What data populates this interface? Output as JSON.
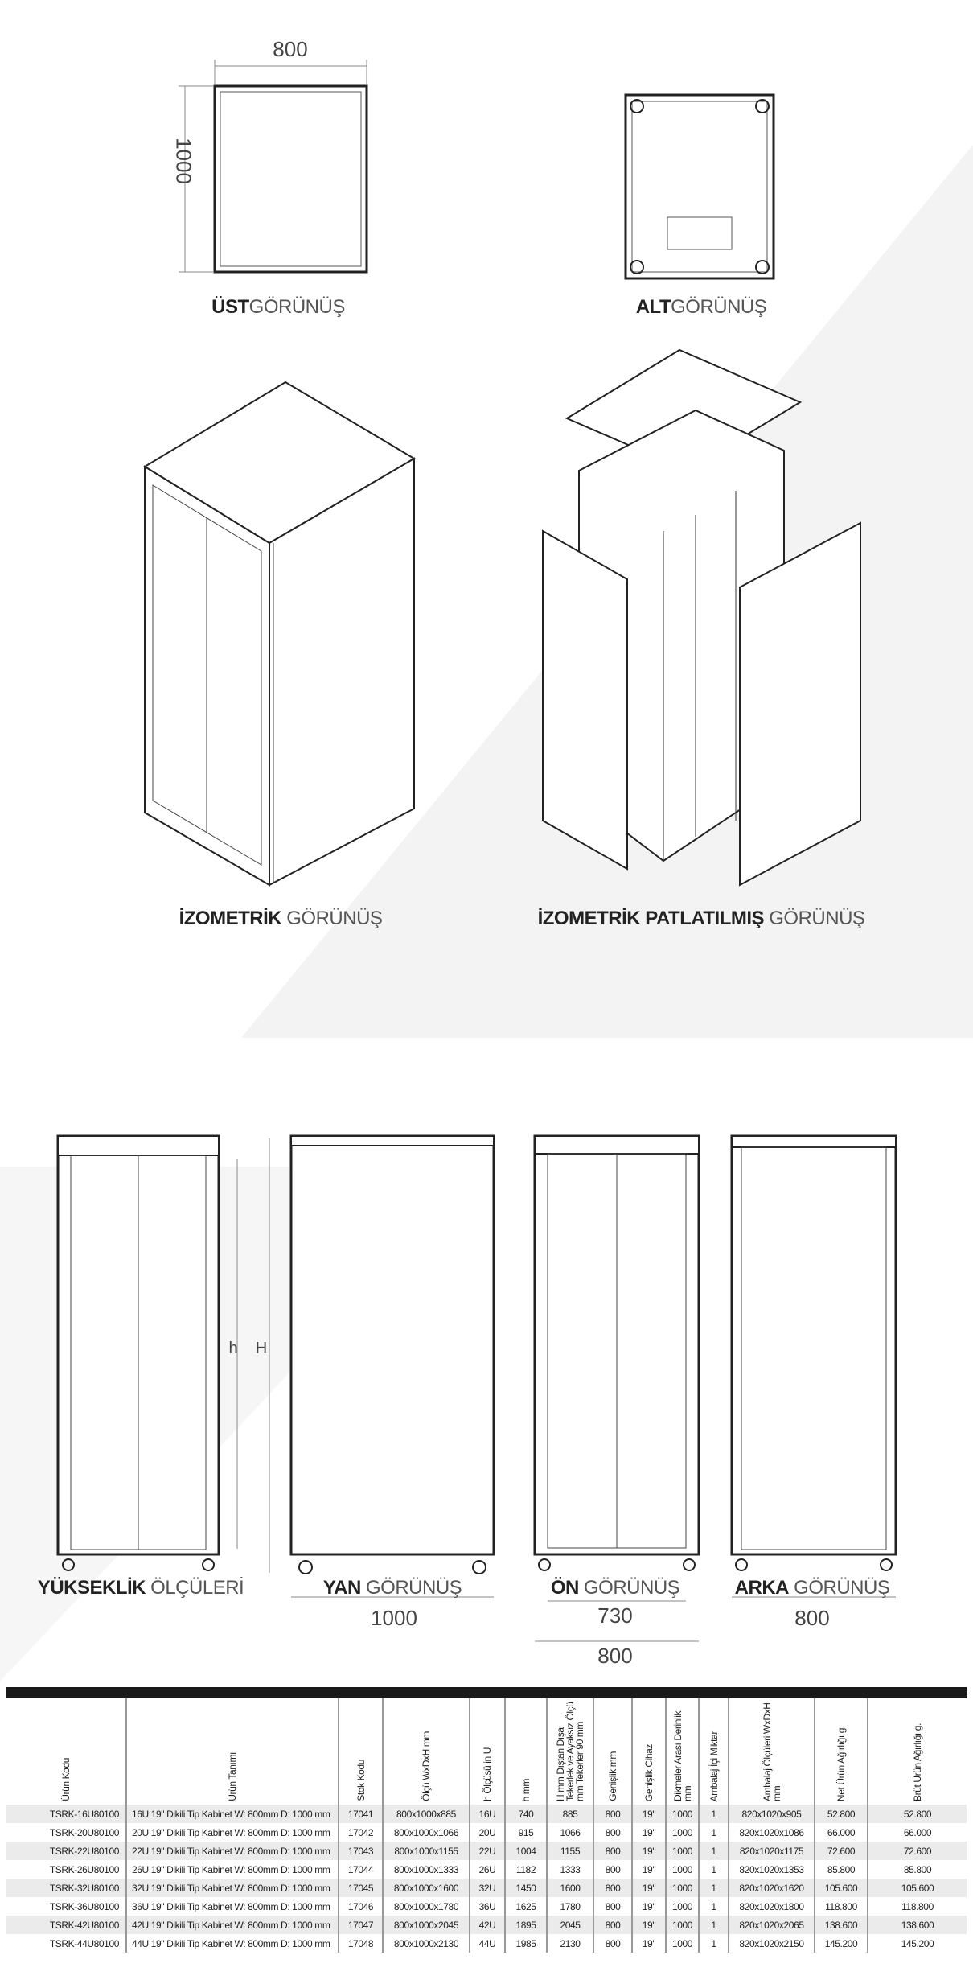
{
  "views": {
    "top": {
      "bold": "ÜST",
      "light": "GÖRÜNÜŞ",
      "width_dim": "800",
      "depth_dim": "1000"
    },
    "bottom": {
      "bold": "ALT",
      "light": "GÖRÜNÜŞ"
    },
    "iso": {
      "bold": "İZOMETRİK",
      "light": " GÖRÜNÜŞ"
    },
    "exploded": {
      "bold": "İZOMETRİK PATLATILMIŞ",
      "light": " GÖRÜNÜŞ"
    },
    "height": {
      "bold": "YÜKSEKLİK",
      "light": " ÖLÇÜLERİ",
      "h": "h",
      "H": "H"
    },
    "side": {
      "bold": "YAN",
      "light": " GÖRÜNÜŞ",
      "dim": "1000"
    },
    "front": {
      "bold": "ÖN",
      "light": " GÖRÜNÜŞ",
      "dim_inner": "730",
      "dim_outer": "800"
    },
    "back": {
      "bold": "ARKA",
      "light": " GÖRÜNÜŞ",
      "dim": "800"
    }
  },
  "table": {
    "headers": [
      "Ürün Kodu",
      "Ürün Tanımı",
      "Stok Kodu",
      "Ölçü WxDxH mm",
      "h Ölçüsü in U",
      "h mm",
      "H mm Dıştan Dışa Tekerlek ve Ayaksız Ölçü mm Tekerler 90 mm",
      "Genişlik mm",
      "Genişlik Cihaz",
      "Dikmeler Arası Derinlik mm",
      "Ambalaj İçi Miktar",
      "Ambalaj Ölçüleri WxDxH mm",
      "Net Ürün Ağırlığı g.",
      "Brüt Ürün Ağırlığı g."
    ],
    "rows": [
      [
        "TSRK-16U80100",
        "16U 19\" Dikili Tip Kabinet W: 800mm D: 1000 mm",
        "17041",
        "800x1000x885",
        "16U",
        "740",
        "885",
        "800",
        "19\"",
        "1000",
        "1",
        "820x1020x905",
        "52.800",
        "52.800"
      ],
      [
        "TSRK-20U80100",
        "20U 19\" Dikili Tip Kabinet W: 800mm D: 1000 mm",
        "17042",
        "800x1000x1066",
        "20U",
        "915",
        "1066",
        "800",
        "19\"",
        "1000",
        "1",
        "820x1020x1086",
        "66.000",
        "66.000"
      ],
      [
        "TSRK-22U80100",
        "22U 19\" Dikili Tip Kabinet W: 800mm D: 1000 mm",
        "17043",
        "800x1000x1155",
        "22U",
        "1004",
        "1155",
        "800",
        "19\"",
        "1000",
        "1",
        "820x1020x1175",
        "72.600",
        "72.600"
      ],
      [
        "TSRK-26U80100",
        "26U 19\" Dikili Tip Kabinet W: 800mm D: 1000 mm",
        "17044",
        "800x1000x1333",
        "26U",
        "1182",
        "1333",
        "800",
        "19\"",
        "1000",
        "1",
        "820x1020x1353",
        "85.800",
        "85.800"
      ],
      [
        "TSRK-32U80100",
        "32U 19\" Dikili Tip Kabinet W: 800mm D: 1000 mm",
        "17045",
        "800x1000x1600",
        "32U",
        "1450",
        "1600",
        "800",
        "19\"",
        "1000",
        "1",
        "820x1020x1620",
        "105.600",
        "105.600"
      ],
      [
        "TSRK-36U80100",
        "36U 19\" Dikili Tip Kabinet W: 800mm D: 1000 mm",
        "17046",
        "800x1000x1780",
        "36U",
        "1625",
        "1780",
        "800",
        "19\"",
        "1000",
        "1",
        "820x1020x1800",
        "118.800",
        "118.800"
      ],
      [
        "TSRK-42U80100",
        "42U 19\" Dikili Tip Kabinet W: 800mm D: 1000 mm",
        "17047",
        "800x1000x2045",
        "42U",
        "1895",
        "2045",
        "800",
        "19\"",
        "1000",
        "1",
        "820x1020x2065",
        "138.600",
        "138.600"
      ],
      [
        "TSRK-44U80100",
        "44U 19\" Dikili Tip Kabinet W: 800mm D: 1000 mm",
        "17048",
        "800x1000x2130",
        "44U",
        "1985",
        "2130",
        "800",
        "19\"",
        "1000",
        "1",
        "820x1020x2150",
        "145.200",
        "145.200"
      ]
    ]
  }
}
